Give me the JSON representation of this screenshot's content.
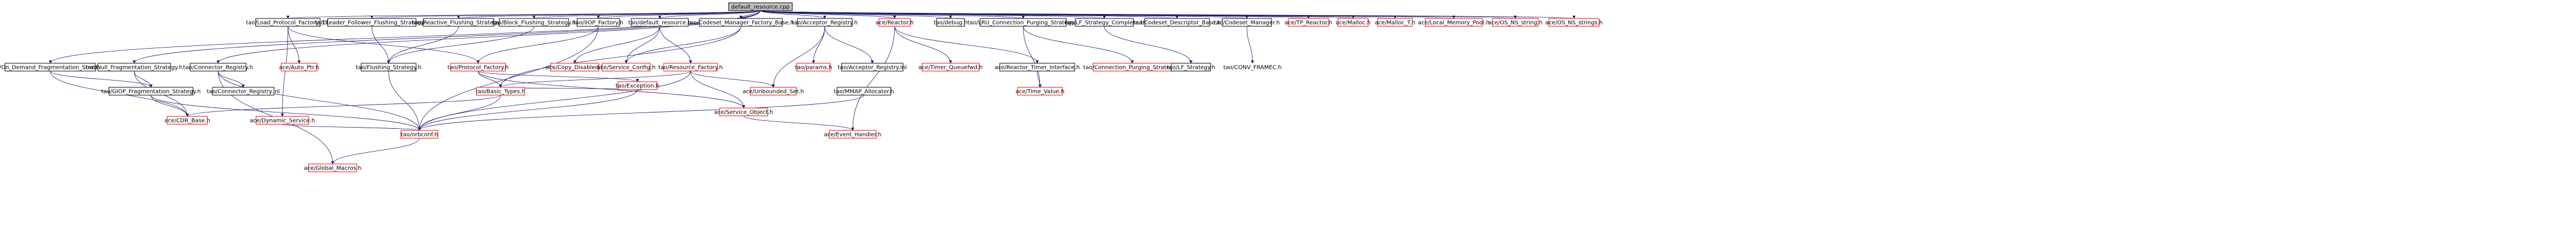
{
  "diagram": {
    "kind": "include-dependency-graph",
    "colors": {
      "root_fill": "#bfbfbf",
      "root_border": "#000000",
      "complete_border": "#000000",
      "incomplete_border": "#ff0000",
      "node_fill": "#ffffff",
      "edge": "#191970",
      "label": "#000000"
    },
    "nodes": [
      {
        "id": "root",
        "label": "default_resource.cpp",
        "style": "root"
      },
      {
        "id": "n1",
        "label": "tao/On_Demand_Fragmentation_Strategy.h",
        "style": "complete"
      },
      {
        "id": "n2",
        "label": "tao/Null_Fragmentation_Strategy.h",
        "style": "complete"
      },
      {
        "id": "n3",
        "label": "tao/Connector_Registry.h",
        "style": "complete"
      },
      {
        "id": "n4",
        "label": "tao/Load_Protocol_Factory_T.h",
        "style": "complete"
      },
      {
        "id": "n5",
        "label": "tao/Leader_Follower_Flushing_Strategy.h",
        "style": "complete"
      },
      {
        "id": "n6",
        "label": "tao/Reactive_Flushing_Strategy.h",
        "style": "complete"
      },
      {
        "id": "n7",
        "label": "tao/Block_Flushing_Strategy.h",
        "style": "complete"
      },
      {
        "id": "n8",
        "label": "tao/IIOP_Factory.h",
        "style": "complete"
      },
      {
        "id": "n9",
        "label": "tao/default_resource.h",
        "style": "complete"
      },
      {
        "id": "n10",
        "label": "tao/Codeset_Manager_Factory_Base.h",
        "style": "complete"
      },
      {
        "id": "n11",
        "label": "tao/Acceptor_Registry.h",
        "style": "complete"
      },
      {
        "id": "n12",
        "label": "ace/Reactor.h",
        "style": "incomplete"
      },
      {
        "id": "n13",
        "label": "tao/debug.h",
        "style": "complete"
      },
      {
        "id": "n14",
        "label": "tao/LRU_Connection_Purging_Strategy.h",
        "style": "complete"
      },
      {
        "id": "n15",
        "label": "tao/LF_Strategy_Complete.h",
        "style": "complete"
      },
      {
        "id": "n16",
        "label": "tao/Codeset_Descriptor_Base.h",
        "style": "complete"
      },
      {
        "id": "n17",
        "label": "tao/Codeset_Manager.h",
        "style": "complete"
      },
      {
        "id": "n18",
        "label": "ace/TP_Reactor.h",
        "style": "incomplete"
      },
      {
        "id": "n19",
        "label": "ace/Malloc.h",
        "style": "incomplete"
      },
      {
        "id": "n20",
        "label": "ace/Malloc_T.h",
        "style": "incomplete"
      },
      {
        "id": "n21",
        "label": "ace/Local_Memory_Pool.h",
        "style": "incomplete"
      },
      {
        "id": "n22",
        "label": "ace/OS_NS_string.h",
        "style": "incomplete"
      },
      {
        "id": "n23",
        "label": "ace/OS_NS_strings.h",
        "style": "incomplete"
      },
      {
        "id": "n24",
        "label": "tao/GIOP_Fragmentation_Strategy.h",
        "style": "complete"
      },
      {
        "id": "n25",
        "label": "tao/Connector_Registry.inl",
        "style": "complete"
      },
      {
        "id": "n26",
        "label": "ace/Auto_Ptr.h",
        "style": "incomplete"
      },
      {
        "id": "n27",
        "label": "tao/Flushing_Strategy.h",
        "style": "complete"
      },
      {
        "id": "n28",
        "label": "tao/Protocol_Factory.h",
        "style": "incomplete"
      },
      {
        "id": "n29",
        "label": "ace/Copy_Disabled.h",
        "style": "incomplete"
      },
      {
        "id": "n30",
        "label": "ace/Service_Config.h",
        "style": "incomplete"
      },
      {
        "id": "n31",
        "label": "tao/Resource_Factory.h",
        "style": "incomplete"
      },
      {
        "id": "n32",
        "label": "tao/params.h",
        "style": "incomplete"
      },
      {
        "id": "n33",
        "label": "tao/Acceptor_Registry.inl",
        "style": "complete"
      },
      {
        "id": "n34",
        "label": "ace/Timer_Queuefwd.h",
        "style": "incomplete"
      },
      {
        "id": "n35",
        "label": "ace/Reactor_Timer_Interface.h",
        "style": "complete"
      },
      {
        "id": "n36",
        "label": "tao/Connection_Purging_Strategy.h",
        "style": "incomplete"
      },
      {
        "id": "n37",
        "label": "tao/LF_Strategy.h",
        "style": "complete"
      },
      {
        "id": "n38",
        "label": "tao/CONV_FRAMEC.h",
        "style": "plain"
      },
      {
        "id": "n39",
        "label": "tao/Exception.h",
        "style": "incomplete"
      },
      {
        "id": "n40",
        "label": "tao/Basic_Types.h",
        "style": "incomplete"
      },
      {
        "id": "n41",
        "label": "ace/Unbounded_Set.h",
        "style": "incomplete"
      },
      {
        "id": "n42",
        "label": "ace/Service_Object.h",
        "style": "incomplete"
      },
      {
        "id": "n43",
        "label": "tao/MMAP_Allocator.h",
        "style": "complete"
      },
      {
        "id": "n44",
        "label": "ace/Time_Value.h",
        "style": "incomplete"
      },
      {
        "id": "n45",
        "label": "ace/CDR_Base.h",
        "style": "incomplete"
      },
      {
        "id": "n46",
        "label": "ace/Dynamic_Service.h",
        "style": "incomplete"
      },
      {
        "id": "n47",
        "label": "tao/orbconf.h",
        "style": "incomplete"
      },
      {
        "id": "n48",
        "label": "ace/Event_Handler.h",
        "style": "incomplete"
      },
      {
        "id": "n49",
        "label": "ace/Global_Macros.h",
        "style": "incomplete"
      }
    ],
    "edges": [
      [
        "root",
        "n1"
      ],
      [
        "root",
        "n2"
      ],
      [
        "root",
        "n3"
      ],
      [
        "root",
        "n4"
      ],
      [
        "root",
        "n5"
      ],
      [
        "root",
        "n6"
      ],
      [
        "root",
        "n7"
      ],
      [
        "root",
        "n8"
      ],
      [
        "root",
        "n9"
      ],
      [
        "root",
        "n10"
      ],
      [
        "root",
        "n11"
      ],
      [
        "root",
        "n12"
      ],
      [
        "root",
        "n13"
      ],
      [
        "root",
        "n14"
      ],
      [
        "root",
        "n15"
      ],
      [
        "root",
        "n16"
      ],
      [
        "root",
        "n17"
      ],
      [
        "root",
        "n18"
      ],
      [
        "root",
        "n19"
      ],
      [
        "root",
        "n20"
      ],
      [
        "root",
        "n21"
      ],
      [
        "root",
        "n22"
      ],
      [
        "root",
        "n23"
      ],
      [
        "n1",
        "n24"
      ],
      [
        "n1",
        "n45"
      ],
      [
        "n2",
        "n24"
      ],
      [
        "n2",
        "n45"
      ],
      [
        "n3",
        "n25"
      ],
      [
        "n3",
        "n47"
      ],
      [
        "n3",
        "n49"
      ],
      [
        "n4",
        "n26"
      ],
      [
        "n4",
        "n28"
      ],
      [
        "n4",
        "n46"
      ],
      [
        "n5",
        "n27"
      ],
      [
        "n6",
        "n27"
      ],
      [
        "n7",
        "n27"
      ],
      [
        "n8",
        "n28"
      ],
      [
        "n8",
        "n47"
      ],
      [
        "n9",
        "n29"
      ],
      [
        "n9",
        "n30"
      ],
      [
        "n9",
        "n31"
      ],
      [
        "n10",
        "n30"
      ],
      [
        "n10",
        "n40"
      ],
      [
        "n11",
        "n32"
      ],
      [
        "n11",
        "n33"
      ],
      [
        "n11",
        "n41"
      ],
      [
        "n12",
        "n34"
      ],
      [
        "n12",
        "n35"
      ],
      [
        "n12",
        "n48"
      ],
      [
        "n14",
        "n36"
      ],
      [
        "n14",
        "n44"
      ],
      [
        "n15",
        "n37"
      ],
      [
        "n17",
        "n38"
      ],
      [
        "n24",
        "n45"
      ],
      [
        "n24",
        "n47"
      ],
      [
        "n27",
        "n47"
      ],
      [
        "n28",
        "n39"
      ],
      [
        "n28",
        "n40"
      ],
      [
        "n28",
        "n42"
      ],
      [
        "n31",
        "n40"
      ],
      [
        "n31",
        "n41"
      ],
      [
        "n31",
        "n42"
      ],
      [
        "n31",
        "n47"
      ],
      [
        "n35",
        "n44"
      ],
      [
        "n39",
        "n40"
      ],
      [
        "n39",
        "n47"
      ],
      [
        "n40",
        "n45"
      ],
      [
        "n40",
        "n47"
      ],
      [
        "n42",
        "n48"
      ],
      [
        "n43",
        "n47"
      ],
      [
        "n46",
        "n47"
      ],
      [
        "n47",
        "n49"
      ]
    ]
  }
}
